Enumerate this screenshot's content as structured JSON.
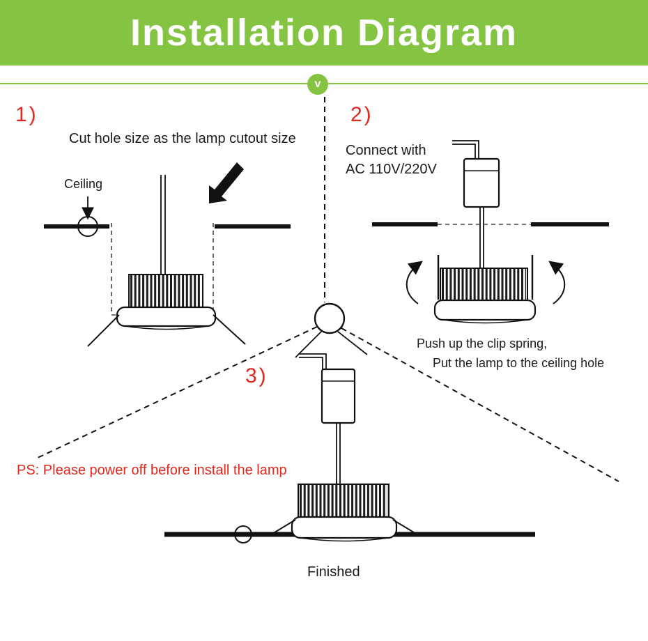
{
  "header": {
    "title": "Installation Diagram"
  },
  "divider": {
    "marker": "v"
  },
  "colors": {
    "accent_green": "#85c342",
    "step_red": "#e5261c",
    "line_black": "#111111"
  },
  "steps": {
    "step1": {
      "label": "1)",
      "instruction": "Cut hole size as the lamp cutout size",
      "ceiling_label": "Ceiling"
    },
    "step2": {
      "label": "2)",
      "instruction_line1": "Connect with",
      "instruction_line2": "AC 110V/220V",
      "note_line1": "Push up the clip spring,",
      "note_line2": "Put the lamp to the ceiling hole"
    },
    "step3": {
      "label": "3)",
      "warning": "PS: Please power off before install the lamp",
      "caption": "Finished"
    }
  }
}
